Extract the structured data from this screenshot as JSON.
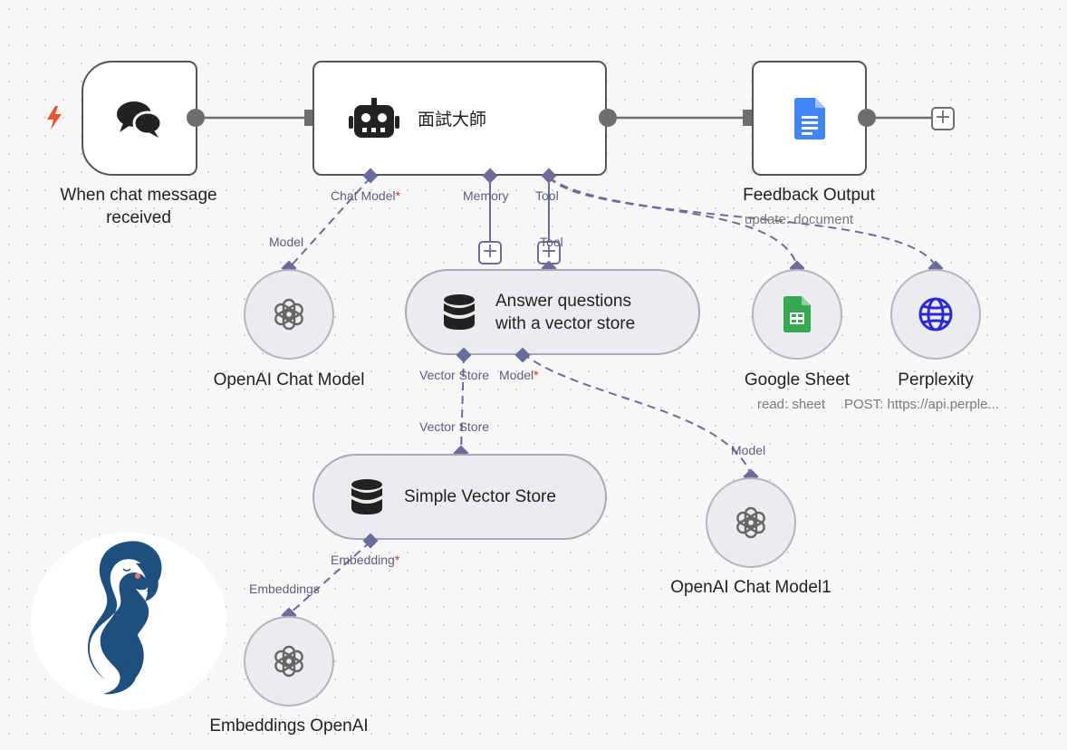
{
  "nodes": {
    "trigger": {
      "title": "When chat message received"
    },
    "agent": {
      "title": "面試大師"
    },
    "feedback": {
      "title": "Feedback Output",
      "subtitle": "update: document"
    },
    "openai_chat": {
      "title": "OpenAI Chat Model"
    },
    "qa_tool": {
      "title_line1": "Answer questions",
      "title_line2": "with a vector store"
    },
    "google_sheet": {
      "title": "Google Sheet",
      "subtitle": "read: sheet"
    },
    "perplexity": {
      "title": "Perplexity",
      "subtitle": "POST: https://api.perple..."
    },
    "vector_store": {
      "title": "Simple Vector Store"
    },
    "openai_chat1": {
      "title": "OpenAI Chat Model1"
    },
    "embeddings": {
      "title": "Embeddings OpenAI"
    }
  },
  "ports": {
    "agent_chat_model": "Chat Model",
    "agent_memory": "Memory",
    "agent_tool": "Tool",
    "openai_model": "Model",
    "qa_tool_input": "Tool",
    "qa_vector_store": "Vector Store",
    "qa_model": "Model",
    "vs_input": "Vector Store",
    "model1_input": "Model",
    "vs_embedding": "Embedding",
    "embeddings_input": "Embeddings",
    "required_mark": "*"
  },
  "icons": {
    "trigger": "lightning-icon",
    "chat": "chat-bubbles-icon",
    "agent": "robot-icon",
    "docs": "google-docs-icon",
    "openai": "openai-icon",
    "database": "database-icon",
    "sheets": "google-sheets-icon",
    "globe": "globe-icon",
    "add": "plus-icon"
  },
  "colors": {
    "connector": "#6b6b9c",
    "trigger_bolt": "#e8542d",
    "docs_blue": "#4285f4",
    "sheets_green": "#34a853",
    "globe_blue": "#2a2ad4",
    "avatar_blue": "#1f4f7c",
    "required": "#d0312d"
  },
  "buttons": {
    "add_symbol": "+"
  }
}
